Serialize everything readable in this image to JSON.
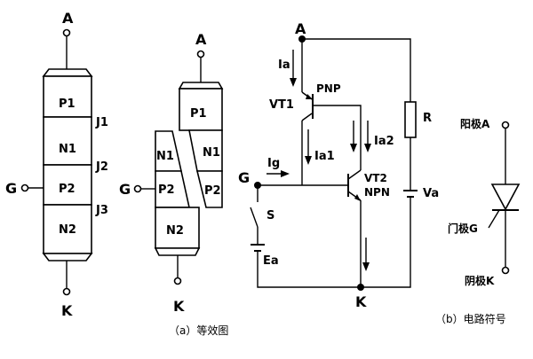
{
  "diagram_a": {
    "caption": "（a）等效图",
    "left": {
      "terminal_a": "A",
      "terminal_g": "G",
      "terminal_k": "K",
      "layers": [
        "P1",
        "N1",
        "P2",
        "N2"
      ],
      "junctions": [
        "J1",
        "J2",
        "J3"
      ]
    },
    "right": {
      "terminal_a": "A",
      "terminal_g": "G",
      "terminal_k": "K",
      "upper_layers": [
        "P1",
        "N1",
        "P2"
      ],
      "lower_layers": [
        "N1",
        "P2",
        "N2"
      ]
    }
  },
  "diagram_circuit": {
    "node_a": "A",
    "node_k": "K",
    "node_g": "G",
    "current_ia": "Ia",
    "current_ia1": "Ia1",
    "current_ia2": "Ia2",
    "current_ig": "Ig",
    "transistor_1_name": "VT1",
    "transistor_1_type": "PNP",
    "transistor_2_name": "VT2",
    "transistor_2_type": "NPN",
    "resistor": "R",
    "source_va": "Va",
    "switch": "S",
    "source_ea": "Ea"
  },
  "diagram_b": {
    "caption": "（b）电路符号",
    "anode": "阳极A",
    "gate": "门极G",
    "cathode": "阴极K"
  }
}
